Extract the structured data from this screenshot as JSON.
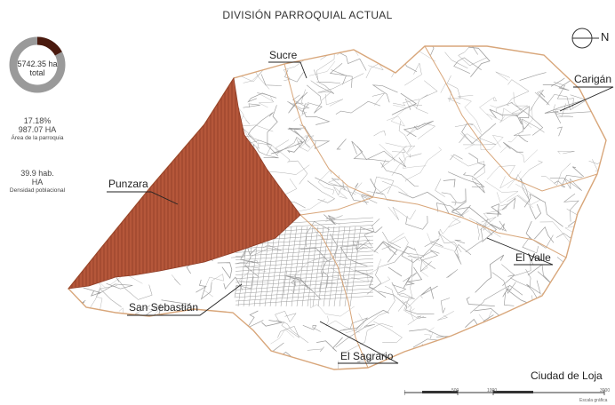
{
  "title": "DIVISIÓN PARROQUIAL ACTUAL",
  "north_label": "N",
  "summary": {
    "total_value": "5742.35 ha",
    "total_label": "total",
    "parish_share_fraction": 0.1718
  },
  "stats": {
    "percent": "17.18%",
    "area": "987.07 HA",
    "area_label": "Área de la parroquia",
    "density_value": "39.9 hab.",
    "density_unit": "HA",
    "density_label": "Densidad poblacional"
  },
  "parishes": [
    {
      "name": "Sucre",
      "highlighted": false
    },
    {
      "name": "Carigán",
      "highlighted": false
    },
    {
      "name": "Punzara",
      "highlighted": true
    },
    {
      "name": "El Valle",
      "highlighted": false
    },
    {
      "name": "San Sebastián",
      "highlighted": false
    },
    {
      "name": "El Sagrario",
      "highlighted": false
    }
  ],
  "city_name": "Ciudad de Loja",
  "scale": {
    "ticks": [
      "500",
      "1000",
      "3000"
    ],
    "caption": "Escala gráfica"
  },
  "colors": {
    "highlight": "#b5573a",
    "boundary": "#d8a67a",
    "donut_dark": "#4a1a0e",
    "donut_light": "#9a9a9a",
    "streets": "#9c9c9c"
  }
}
